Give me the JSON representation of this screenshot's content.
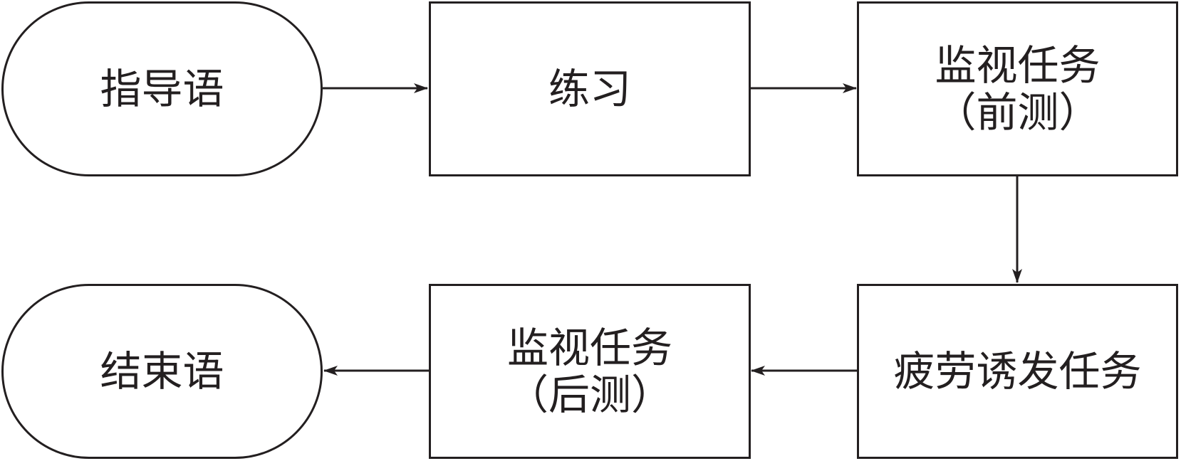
{
  "diagram": {
    "nodes": {
      "start": {
        "lines": [
          "指导语"
        ]
      },
      "practice": {
        "lines": [
          "练习"
        ]
      },
      "pretest": {
        "lines": [
          "监视任务",
          "（前测）"
        ]
      },
      "fatigue": {
        "lines": [
          "疲劳诱发任务"
        ]
      },
      "posttest": {
        "lines": [
          "监视任务",
          "（后测）"
        ]
      },
      "end": {
        "lines": [
          "结束语"
        ]
      }
    },
    "edges": [
      {
        "from": "start",
        "to": "practice"
      },
      {
        "from": "practice",
        "to": "pretest"
      },
      {
        "from": "pretest",
        "to": "fatigue"
      },
      {
        "from": "fatigue",
        "to": "posttest"
      },
      {
        "from": "posttest",
        "to": "end"
      }
    ],
    "colors": {
      "stroke": "#231f20",
      "fill": "#ffffff"
    }
  }
}
